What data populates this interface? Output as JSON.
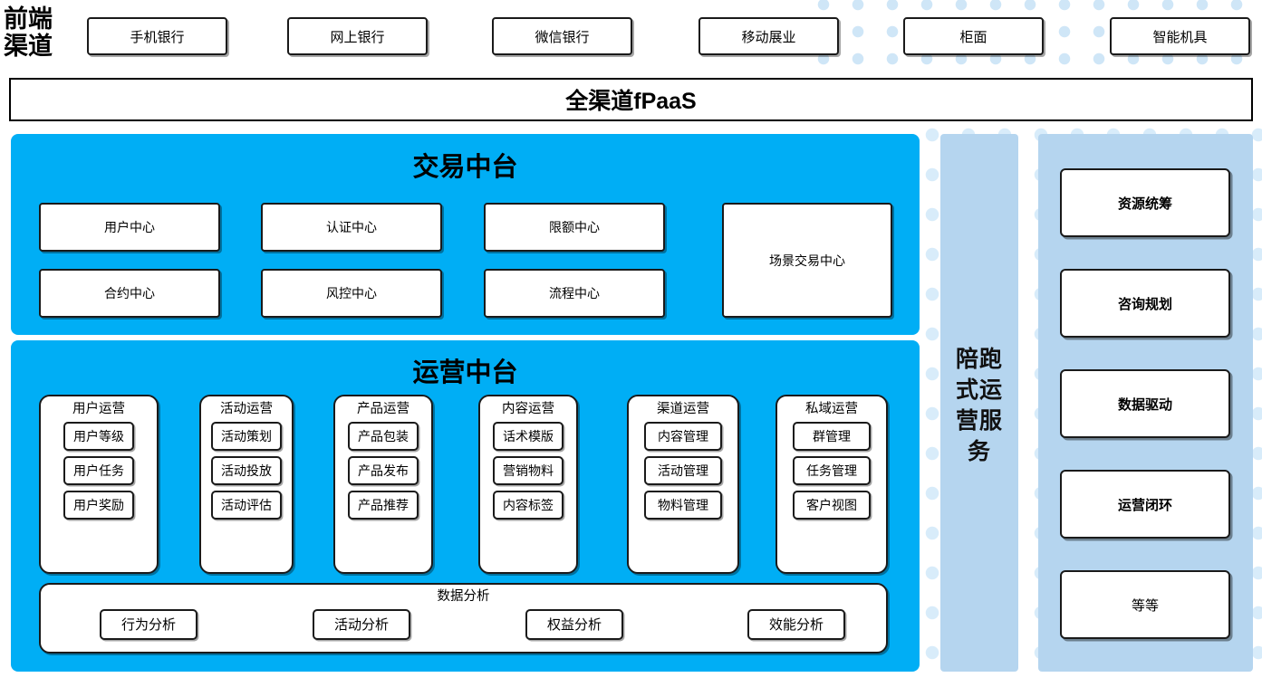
{
  "theme": {
    "cyan": "#00AEF5",
    "light_blue": "#B5D5EF",
    "white": "#FFFFFF",
    "line": "#1A1A1A"
  },
  "front_channel": {
    "label": "前端\n渠道",
    "items": [
      {
        "label": "手机银行"
      },
      {
        "label": "网上银行"
      },
      {
        "label": "微信银行"
      },
      {
        "label": "移动展业"
      },
      {
        "label": "柜面"
      },
      {
        "label": "智能机具"
      }
    ]
  },
  "platform_bar": {
    "label": "全渠道fPaaS"
  },
  "transaction_center": {
    "title": "交易中台",
    "items": [
      {
        "label": "用户中心"
      },
      {
        "label": "认证中心"
      },
      {
        "label": "限额中心"
      },
      {
        "label": "合约中心"
      },
      {
        "label": "风控中心"
      },
      {
        "label": "流程中心"
      }
    ],
    "scene_box": {
      "label": "场景交易中心"
    }
  },
  "operation_center": {
    "title": "运营中台",
    "columns": [
      {
        "title": "用户运营",
        "items": [
          "用户等级",
          "用户任务",
          "用户奖励"
        ]
      },
      {
        "title": "活动运营",
        "items": [
          "活动策划",
          "活动投放",
          "活动评估"
        ]
      },
      {
        "title": "产品运营",
        "items": [
          "产品包装",
          "产品发布",
          "产品推荐"
        ]
      },
      {
        "title": "内容运营",
        "items": [
          "话术模版",
          "营销物料",
          "内容标签"
        ]
      },
      {
        "title": "渠道运营",
        "items": [
          "内容管理",
          "活动管理",
          "物料管理"
        ]
      },
      {
        "title": "私域运营",
        "items": [
          "群管理",
          "任务管理",
          "客户视图"
        ]
      }
    ],
    "data_analysis": {
      "title": "数据分析",
      "items": [
        "行为分析",
        "活动分析",
        "权益分析",
        "效能分析"
      ]
    }
  },
  "service_column": {
    "label": "陪跑\n式运\n营服\n务"
  },
  "service_panel": {
    "cards": [
      {
        "label": "资源统筹",
        "bold": true
      },
      {
        "label": "咨询规划",
        "bold": true
      },
      {
        "label": "数据驱动",
        "bold": true
      },
      {
        "label": "运营闭环",
        "bold": true
      },
      {
        "label": "等等",
        "bold": false
      }
    ]
  }
}
